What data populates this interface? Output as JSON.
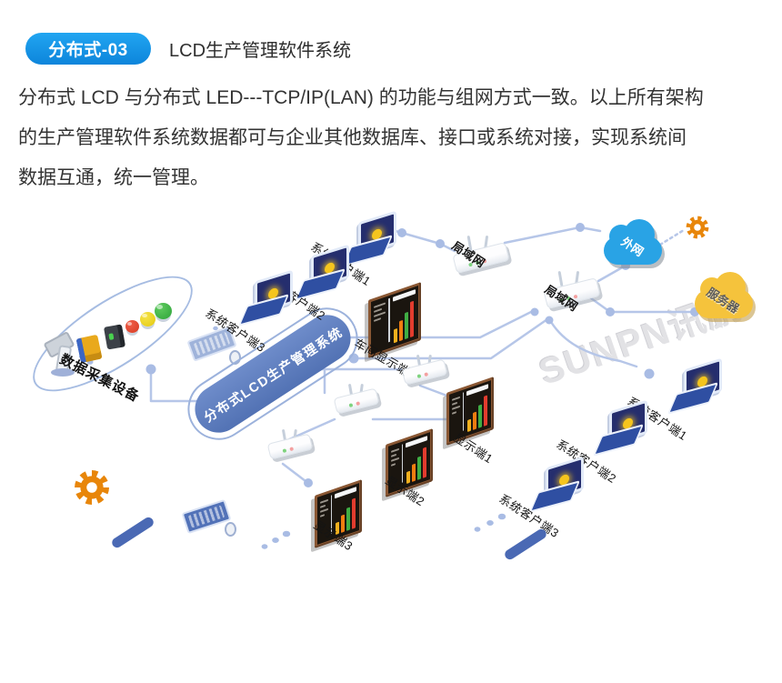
{
  "header": {
    "badge": "分布式-03",
    "title": "LCD生产管理软件系统"
  },
  "paragraph": {
    "lines": [
      "分布式 LCD 与分布式 LED---TCP/IP(LAN) 的功能与组网方式一致。以上所有架构",
      "的生产管理软件系统数据都可与企业其他数据库、接口或系统对接，实现系统间",
      "数据互通，统一管理。"
    ]
  },
  "diagram": {
    "collection": "数据采集设备",
    "pill": "分布式LCD生产管理系统",
    "clients_top": [
      "系统客户端1",
      "系统客户端2",
      "系统客户端3"
    ],
    "clients_right": [
      "系统客户端1",
      "系统客户端2",
      "系统客户端3"
    ],
    "lan1": "局域网",
    "lan2": "局域网",
    "cloud_ext": "外网",
    "cloud_srv": "服务器",
    "workshop": "车间显示端",
    "displays": [
      "显示端1",
      "显示端2",
      "显示端3"
    ],
    "watermark": "SUNPN讯鹏",
    "colors": {
      "badge_blue": "#1293e2",
      "pill_blue": "#5b7abe",
      "wire_blue": "#b6c6e8",
      "cloud_blue": "#29a3e5",
      "cloud_yellow": "#f5c33c",
      "gear_orange": "#e8860a"
    }
  }
}
